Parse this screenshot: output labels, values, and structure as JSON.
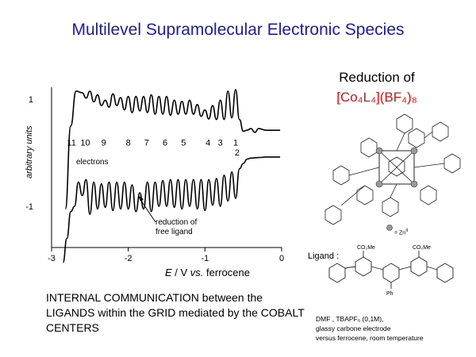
{
  "title": "Multilevel  Supramolecular  Electronic  Species",
  "chart_data": {
    "type": "line",
    "title": "",
    "xlabel_main": "E",
    "xlabel_unit": " / V ",
    "xlabel_vs": "vs.",
    "xlabel_ref": " ferrocene",
    "ylabel": "arbitrary units",
    "xlim": [
      -3,
      0
    ],
    "x_ticks": [
      "-3",
      "-2",
      "-1",
      "0"
    ],
    "y_ticks": [
      "1",
      "-1"
    ],
    "peak_labels": [
      "11",
      "10",
      "9",
      "8",
      "7",
      "6",
      "5",
      "4",
      "3",
      "1",
      "2"
    ],
    "series": [
      {
        "x": [
          -2.82,
          -2.75,
          -2.68,
          -2.6,
          -2.55,
          -2.5,
          -2.45,
          -2.4,
          -2.35,
          -2.3,
          -2.25,
          -2.2,
          -2.15,
          -2.1,
          -2.05,
          -2.0,
          -1.95,
          -1.9,
          -1.85,
          -1.8,
          -1.75,
          -1.7,
          -1.65,
          -1.6,
          -1.55,
          -1.5,
          -1.45,
          -1.4,
          -1.35,
          -1.3,
          -1.25,
          -1.2,
          -1.15,
          -1.1,
          -1.05,
          -1.0,
          -0.95,
          -0.9,
          -0.85,
          -0.8,
          -0.75,
          -0.7,
          -0.65,
          -0.6,
          -0.55,
          -0.5,
          -0.45,
          -0.4,
          -0.35,
          -0.3,
          -0.2,
          -0.1,
          -0.02
        ],
        "y": [
          -1.05,
          0.5,
          1.15,
          1.12,
          1.02,
          1.15,
          0.95,
          1.08,
          0.88,
          0.98,
          0.85,
          1.1,
          0.88,
          1.03,
          0.8,
          1.05,
          0.75,
          1.05,
          0.78,
          1.05,
          0.75,
          1.08,
          0.72,
          1.05,
          0.72,
          1.05,
          0.7,
          0.98,
          0.72,
          0.96,
          0.72,
          0.98,
          0.72,
          0.9,
          0.68,
          0.8,
          0.63,
          0.88,
          0.62,
          0.98,
          0.62,
          1.15,
          0.65,
          1.18,
          0.62,
          0.4,
          0.42,
          0.45,
          0.38,
          0.45,
          0.42,
          0.42,
          0.42
        ]
      },
      {
        "x": [
          -2.85,
          -2.8,
          -2.75,
          -2.7,
          -2.65,
          -2.6,
          -2.55,
          -2.5,
          -2.45,
          -2.4,
          -2.35,
          -2.3,
          -2.25,
          -2.2,
          -2.15,
          -2.1,
          -2.05,
          -2.0,
          -1.95,
          -1.9,
          -1.85,
          -1.8,
          -1.75,
          -1.7,
          -1.65,
          -1.6,
          -1.55,
          -1.5,
          -1.45,
          -1.4,
          -1.35,
          -1.3,
          -1.25,
          -1.2,
          -1.15,
          -1.1,
          -1.05,
          -1.0,
          -0.95,
          -0.9,
          -0.85,
          -0.8,
          -0.75,
          -0.7,
          -0.65,
          -0.6,
          -0.55,
          -0.5,
          -0.45,
          -0.4,
          -0.3,
          -0.2,
          -0.1,
          -0.02
        ],
        "y": [
          -2.05,
          -1.6,
          -1.1,
          -1.0,
          -0.55,
          -0.8,
          -0.5,
          -1.15,
          -0.55,
          -1.05,
          -0.58,
          -1.02,
          -0.55,
          -1.08,
          -0.55,
          -1.05,
          -0.55,
          -1.05,
          -0.6,
          -1.1,
          -0.75,
          -1.05,
          -0.55,
          -1.1,
          -0.55,
          -1.0,
          -0.52,
          -1.0,
          -0.5,
          -1.02,
          -0.5,
          -1.05,
          -0.5,
          -1.0,
          -0.5,
          -1.05,
          -0.5,
          -1.08,
          -0.5,
          -0.98,
          -0.48,
          -1.0,
          -0.42,
          -0.9,
          -0.36,
          -0.85,
          -0.3,
          -0.2,
          -0.12,
          -0.1,
          -0.09,
          -0.08,
          -0.08,
          -0.08
        ]
      }
    ]
  },
  "annotations": {
    "electrons": "electrons",
    "free_ligand_1": "reduction of",
    "free_ligand_2": "free ligand"
  },
  "bottom_text": "INTERNAL COMMUNICATION between the LIGANDS within the GRID mediated by the COBALT CENTERS",
  "reduction": {
    "heading": "Reduction of",
    "formula": "[Co₄L₄](BF₄)₈"
  },
  "structure": {
    "zn_legend": "= Zn",
    "zn_sup": "II",
    "ligand_label": "Ligand :",
    "co2me": "CO₂Me",
    "ph": "Ph"
  },
  "conditions": {
    "line1": "DMF , TBAPF₆ (0,1M),",
    "line2": "glassy carbone electrode",
    "line3": "versus ferrocene, room temperature"
  }
}
